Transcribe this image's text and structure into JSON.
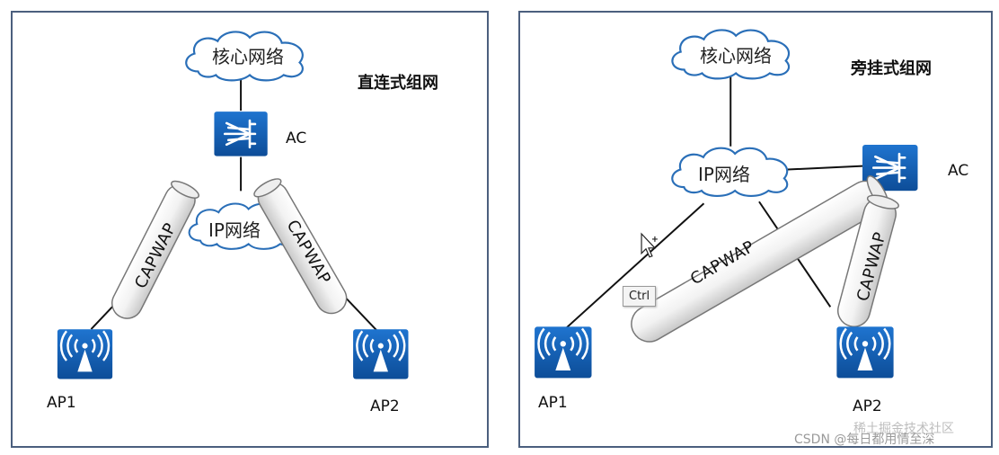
{
  "left": {
    "title": "直连式组网",
    "core_cloud": "核心网络",
    "ip_cloud": "IP网络",
    "ac_label": "AC",
    "tunnel_label_1": "CAPWAP",
    "tunnel_label_2": "CAPWAP",
    "ap1_label": "AP1",
    "ap2_label": "AP2"
  },
  "right": {
    "title": "旁挂式组网",
    "core_cloud": "核心网络",
    "ip_cloud": "IP网络",
    "ac_label": "AC",
    "tunnel_label_1": "CAPWAP",
    "tunnel_label_2": "CAPWAP",
    "ap1_label": "AP1",
    "ap2_label": "AP2",
    "tooltip": "Ctrl"
  },
  "watermark": "CSDN @每日都用情至深",
  "watermark_overlay": "稀土掘金技术社区",
  "colors": {
    "device": "#1560b4",
    "border": "#4b5f7e",
    "cloud_stroke": "#2a6fb8"
  }
}
